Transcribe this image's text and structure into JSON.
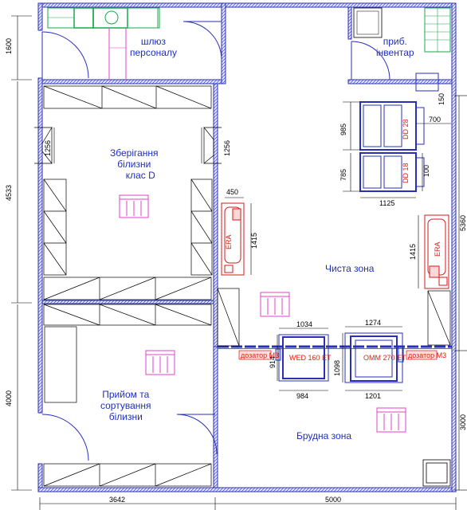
{
  "rooms": {
    "airlock": [
      "шлюз",
      "персоналу"
    ],
    "inventory": [
      "приб.",
      "інвентар"
    ],
    "storage": [
      "Зберігання",
      "білизни",
      "клас D"
    ],
    "clean": "Чиста зона",
    "reception": [
      "Прийом та",
      "сортування",
      "білизни"
    ],
    "dirty": "Брудна зона"
  },
  "dimensions": {
    "left_top": "1600",
    "left_mid": "4533",
    "left_bottom": "4000",
    "bottom_left": "3642",
    "bottom_right": "5000",
    "right_top": "5360",
    "right_bottom": "3000",
    "storage_niche_left": "1256",
    "storage_niche_right": "1256",
    "era1_width": "450",
    "era1_length": "1415",
    "era2_length": "1415",
    "dd28_height": "985",
    "dd28_width": "700",
    "dd18_height": "785",
    "dd18_width": "1125",
    "dd18_gap": "100",
    "corner_gap": "150",
    "wed_top": "1034",
    "wed_side": "914",
    "wed_bottom": "984",
    "omm_top": "1274",
    "omm_side": "1098",
    "omm_bottom": "1201"
  },
  "equipment": {
    "dd28": "DD 28",
    "dd18": "DD 18",
    "era": "ERA",
    "wed": "WED 160 ET",
    "omm": "OMM 270 ET",
    "dosing_left": "дозатор M3",
    "dosing_right": "дозатор M3"
  },
  "colors": {
    "wall": "#2a2fb8",
    "label": "#1f2fbf",
    "equipment_magenta": "#e040c8",
    "red_text": "#d21a1a",
    "green_fixture": "#1aa84a",
    "dim_line": "#000000"
  }
}
